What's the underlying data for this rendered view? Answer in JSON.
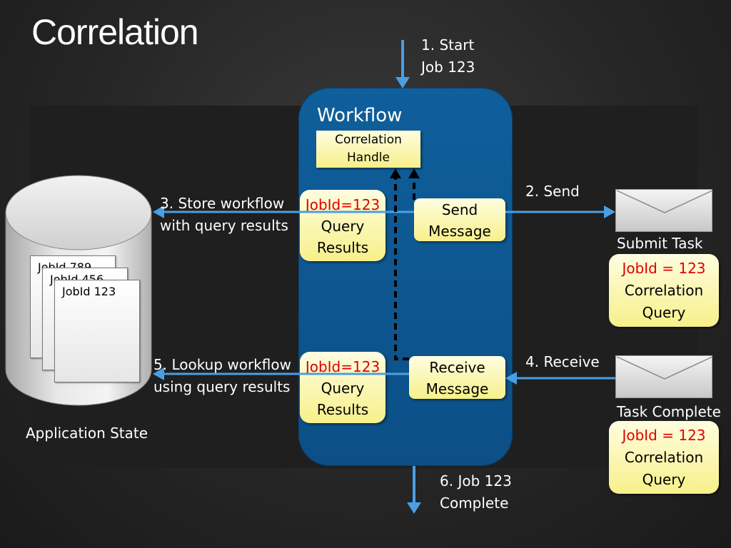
{
  "title": "Correlation",
  "steps": {
    "start_line1": "1. Start",
    "start_line2": "Job 123",
    "send": "2. Send",
    "store_line1": "3. Store workflow",
    "store_line2": "with query results",
    "receive": "4. Receive",
    "lookup_line1": "5. Lookup workflow",
    "lookup_line2": "using query results",
    "complete_line1": "6. Job 123",
    "complete_line2": "Complete"
  },
  "workflow": {
    "title": "Workflow",
    "handle_line1": "Correlation",
    "handle_line2": "Handle",
    "query_top": {
      "jobid": "JobId=123",
      "line1": "Query",
      "line2": "Results"
    },
    "query_bottom": {
      "jobid": "JobId=123",
      "line1": "Query",
      "line2": "Results"
    },
    "send_line1": "Send",
    "send_line2": "Message",
    "receive_line1": "Receive",
    "receive_line2": "Message"
  },
  "app_state": {
    "label": "Application State",
    "cards": [
      "JobId 789",
      "JobId 456",
      "JobId 123"
    ]
  },
  "submit": {
    "label": "Submit Task",
    "jobid": "JobId = 123",
    "line1": "Correlation",
    "line2": "Query"
  },
  "task_complete": {
    "label": "Task Complete",
    "jobid": "JobId = 123",
    "line1": "Correlation",
    "line2": "Query"
  },
  "colors": {
    "arrow": "#4a9fe3",
    "workflow": "#0f5f9c",
    "yellow": "#f7f08a",
    "red": "#e00000"
  },
  "icons": [
    "database-icon",
    "envelope-icon",
    "arrow-icon"
  ]
}
